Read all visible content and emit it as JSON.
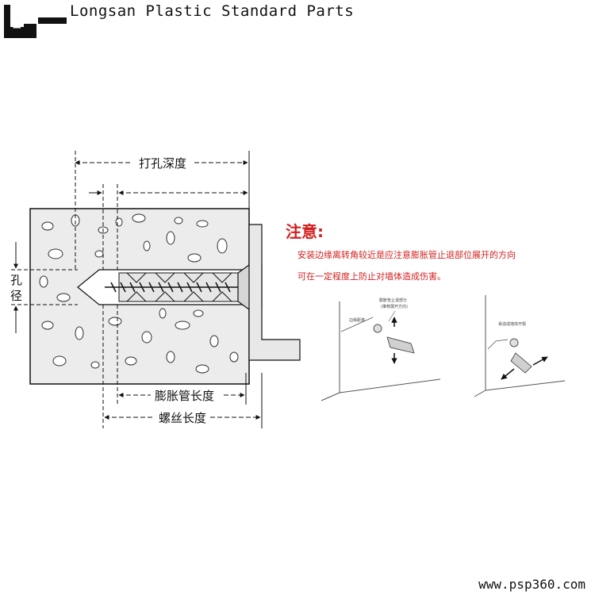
{
  "brand": {
    "name": "Longsan Plastic Standard Parts"
  },
  "diagram": {
    "labels": {
      "drill_depth": "打孔深度",
      "hole_diameter_char1": "孔",
      "hole_diameter_char2": "径",
      "sleeve_length": "膨胀管长度",
      "screw_length": "螺丝长度"
    }
  },
  "note": {
    "title": "注意:",
    "line1": "安装边缘离转角较近是应注意膨胀管止退部位展开的方向",
    "line2": "可在一定程度上防止对墙体造成伤害。"
  },
  "example_correct": {
    "label_edge": "边缘距离",
    "label_part_1": "膨胀管止退部分",
    "label_part_2": "(推荐展开方向)"
  },
  "example_wrong": {
    "label": "易造成墙体开裂"
  },
  "footer": {
    "website": "www.psp360.com"
  },
  "colors": {
    "note_red": "#d42020",
    "wall_fill": "#ececec",
    "line": "#111111"
  }
}
